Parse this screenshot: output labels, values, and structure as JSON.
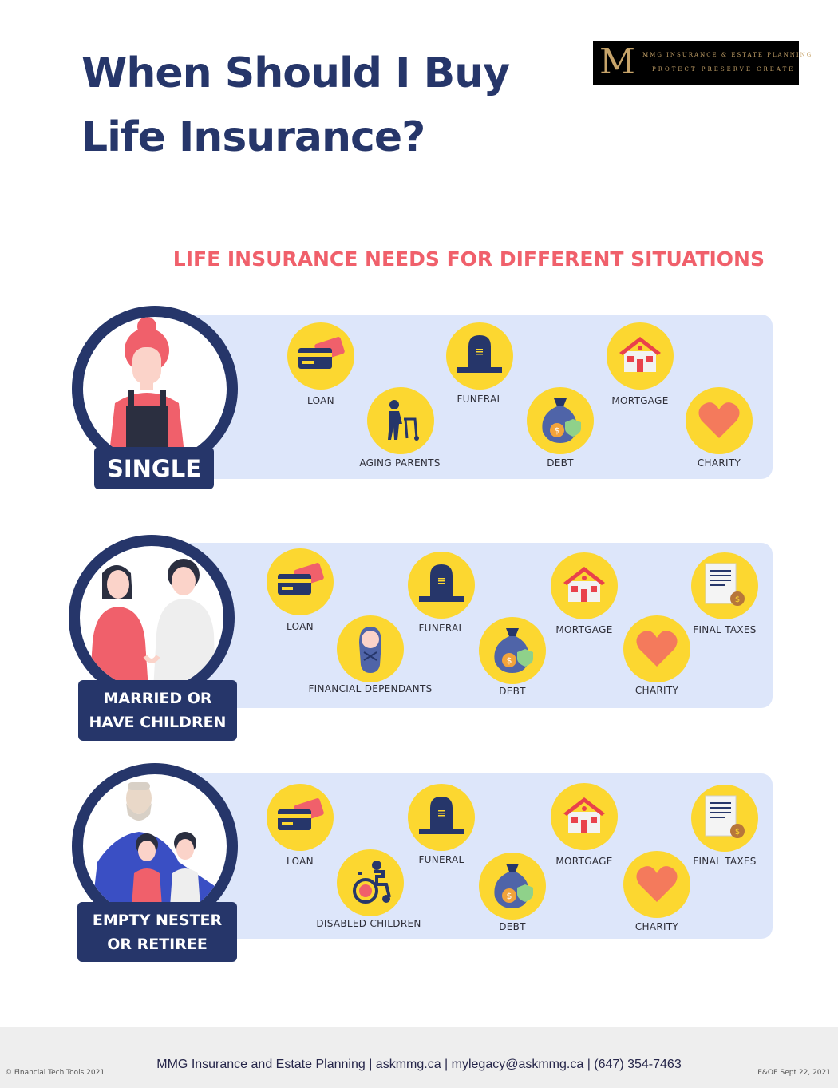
{
  "title": {
    "line1": "When Should I Buy",
    "line2": "Life Insurance?"
  },
  "logo": {
    "monogram": "M",
    "line1": "MMG INSURANCE & ESTATE PLANNING",
    "line2": "PROTECT  PRESERVE  CREATE"
  },
  "subtitle": "LIFE INSURANCE NEEDS FOR DIFFERENT SITUATIONS",
  "sections": [
    {
      "label_line1": "SINGLE",
      "label_line2": "",
      "items": [
        {
          "label": "LOAN",
          "icon": "credit-card-icon"
        },
        {
          "label": "AGING PARENTS",
          "icon": "elderly-walker-icon"
        },
        {
          "label": "FUNERAL",
          "icon": "tombstone-icon"
        },
        {
          "label": "DEBT",
          "icon": "money-bag-icon"
        },
        {
          "label": "MORTGAGE",
          "icon": "house-icon"
        },
        {
          "label": "CHARITY",
          "icon": "heart-icon"
        }
      ]
    },
    {
      "label_line1": "MARRIED OR",
      "label_line2": "HAVE CHILDREN",
      "items": [
        {
          "label": "LOAN",
          "icon": "credit-card-icon"
        },
        {
          "label": "FINANCIAL DEPENDANTS",
          "icon": "baby-icon"
        },
        {
          "label": "FUNERAL",
          "icon": "tombstone-icon"
        },
        {
          "label": "DEBT",
          "icon": "money-bag-icon"
        },
        {
          "label": "MORTGAGE",
          "icon": "house-icon"
        },
        {
          "label": "CHARITY",
          "icon": "heart-icon"
        },
        {
          "label": "FINAL TAXES",
          "icon": "tax-document-icon"
        }
      ]
    },
    {
      "label_line1": "EMPTY NESTER",
      "label_line2": "OR RETIREE",
      "items": [
        {
          "label": "LOAN",
          "icon": "credit-card-icon"
        },
        {
          "label": "DISABLED CHILDREN",
          "icon": "wheelchair-icon"
        },
        {
          "label": "FUNERAL",
          "icon": "tombstone-icon"
        },
        {
          "label": "DEBT",
          "icon": "money-bag-icon"
        },
        {
          "label": "MORTGAGE",
          "icon": "house-icon"
        },
        {
          "label": "CHARITY",
          "icon": "heart-icon"
        },
        {
          "label": "FINAL TAXES",
          "icon": "tax-document-icon"
        }
      ]
    }
  ],
  "footer": {
    "contact": "MMG Insurance and Estate Planning | askmmg.ca | mylegacy@askmmg.ca | (647) 354-7463",
    "copyright": "© Financial Tech Tools 2021",
    "eoe": "E&OE Sept 22, 2021"
  },
  "colors": {
    "navy": "#26366a",
    "coral": "#f0606b",
    "yellow": "#fcd730",
    "panel": "#dde6fa"
  }
}
